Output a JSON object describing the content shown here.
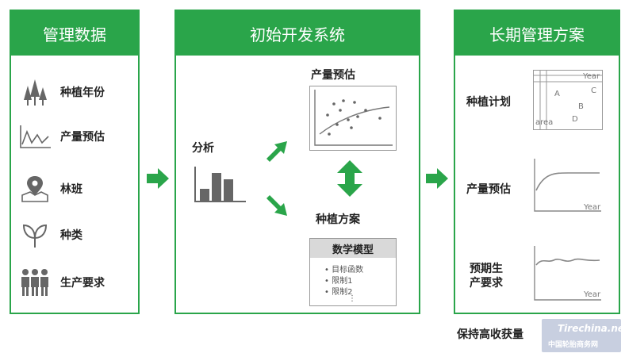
{
  "panels": {
    "data": {
      "title": "管理数据",
      "items": [
        {
          "label": "种植年份",
          "icon": "trees-icon"
        },
        {
          "label": "产量预估",
          "icon": "line-chart-icon"
        },
        {
          "label": "林班",
          "icon": "map-pin-icon"
        },
        {
          "label": "种类",
          "icon": "sprout-icon"
        },
        {
          "label": "生产要求",
          "icon": "people-icon"
        }
      ]
    },
    "system": {
      "title": "初始开发系统",
      "analysis_label": "分析",
      "yield_label": "产量预估",
      "plan_label": "种植方案",
      "model": {
        "title": "数学模型",
        "items": [
          "目标函数",
          "限制1",
          "限制2",
          "⋮"
        ]
      }
    },
    "longterm": {
      "title": "长期管理方案",
      "plan_label": "种植计划",
      "plan_table": {
        "year": "Year",
        "area": "area",
        "letters": [
          "A",
          "B",
          "C",
          "D"
        ]
      },
      "yield_label": "产量预估",
      "yield_axis": "Year",
      "requirement_label": "预期生\n产要求",
      "requirement_axis": "Year"
    }
  },
  "footer": {
    "text": "保持高收获量"
  },
  "watermark": {
    "line1": "Tirechina.net",
    "line2": "中国轮胎商务网"
  },
  "colors": {
    "accent": "#2aa54a",
    "icon": "#666666"
  }
}
